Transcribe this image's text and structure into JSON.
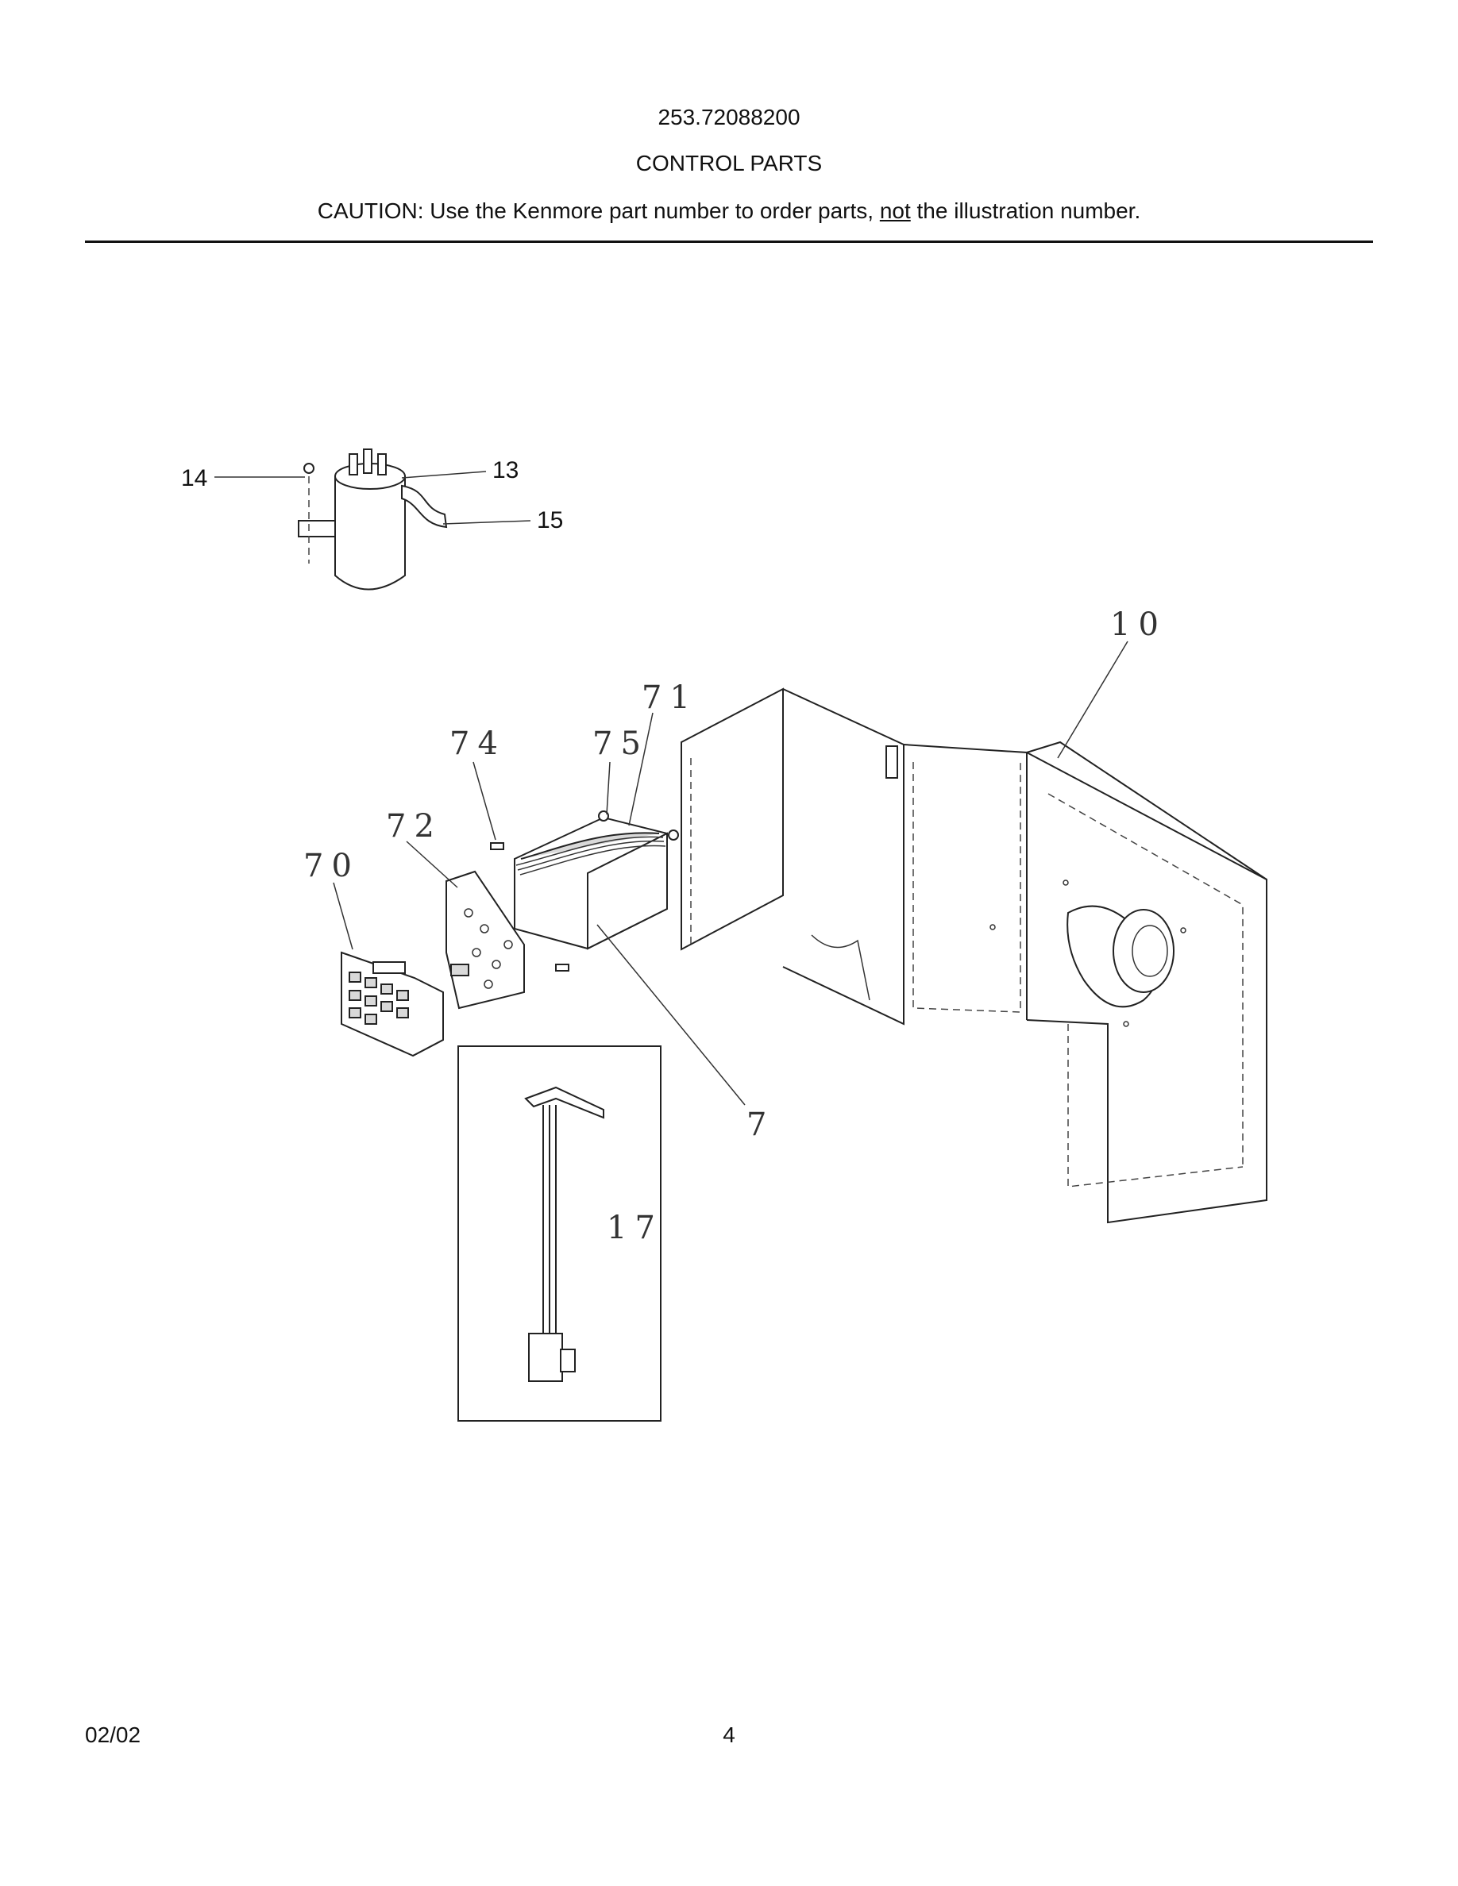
{
  "header": {
    "model_number": "253.72088200",
    "section_title": "CONTROL PARTS",
    "caution_prefix": "CAUTION: Use the Kenmore part number to order parts, ",
    "caution_emphasis": "not",
    "caution_suffix": " the illustration number."
  },
  "callouts": {
    "c14": "14",
    "c13": "13",
    "c15": "15",
    "c10": "10",
    "c71": "71",
    "c74": "74",
    "c75": "75",
    "c72": "72",
    "c70": "70",
    "c7": "7",
    "c17": "17"
  },
  "footer": {
    "date": "02/02",
    "page": "4"
  }
}
